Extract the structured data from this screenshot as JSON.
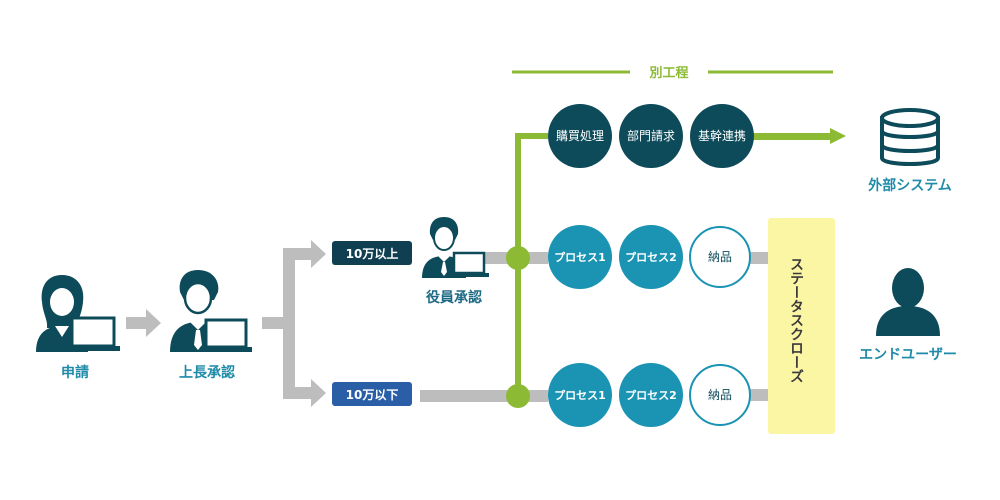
{
  "actors": {
    "applicant": "申請",
    "manager": "上長承認",
    "executive": "役員承認",
    "external_system": "外部システム",
    "end_user": "エンドユーザー"
  },
  "branches": {
    "over": "10万以上",
    "under": "10万以下"
  },
  "separate_process": {
    "label": "別工程",
    "steps": [
      "購買処理",
      "部門請求",
      "基幹連携"
    ]
  },
  "flow_upper": [
    "プロセス1",
    "プロセス2",
    "納品"
  ],
  "flow_lower": [
    "プロセス1",
    "プロセス2",
    "納品"
  ],
  "status_close": "ステータスクローズ",
  "colors": {
    "teal_dark": "#0d4b5a",
    "teal": "#1b93b3",
    "navy_tag": "#103f52",
    "blue_tag": "#2a5fa8",
    "green": "#8cba34",
    "gray_arrow": "#bdbdbd",
    "status_bg": "#fbf6a4"
  }
}
